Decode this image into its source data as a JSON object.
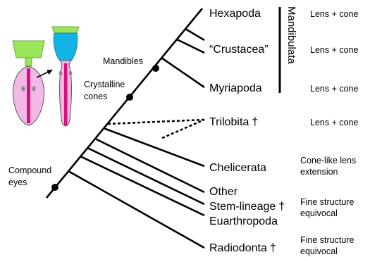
{
  "taxa": [
    {
      "id": "hexapoda",
      "name": "Hexapoda",
      "dagger": "",
      "feature": "Lens + cone"
    },
    {
      "id": "crustacea",
      "name": "“Crustacea”",
      "dagger": "",
      "feature": "Lens + cone"
    },
    {
      "id": "myriapoda",
      "name": "Myriapoda",
      "dagger": "",
      "feature": "Lens + cone"
    },
    {
      "id": "trilobita",
      "name": "Trilobita",
      "dagger": "†",
      "feature": "Lens + cone"
    },
    {
      "id": "chelicerata",
      "name": "Chelicerata",
      "dagger": "",
      "feature": "Cone-like lens extension"
    },
    {
      "id": "other-stem",
      "name": "Other Stem-lineage Euarthropoda",
      "dagger": "†",
      "feature": "Fine structure equivocal"
    },
    {
      "id": "radiodonta",
      "name": "Radiodonta",
      "dagger": "†",
      "feature": "Fine structure equivocal"
    }
  ],
  "labels": {
    "hexapoda": "Hexapoda",
    "crustacea": "“Crustacea”",
    "myriapoda": "Myriapoda",
    "trilobita": "Trilobita",
    "chelicerata": "Chelicerata",
    "other_1": "Other",
    "other_2": "Stem-lineage",
    "other_3": "Euarthropoda",
    "radiodonta": "Radiodonta",
    "dagger": "†"
  },
  "features": {
    "hexapoda": "Lens + cone",
    "crustacea": "Lens + cone",
    "myriapoda": "Lens + cone",
    "trilobita": "Lens + cone",
    "chelicerata_1": "Cone-like lens",
    "chelicerata_2": "extension",
    "other_1": "Fine structure",
    "other_2": "equivocal",
    "radiodonta_1": "Fine structure",
    "radiodonta_2": "equivocal"
  },
  "clade": {
    "mandibulata": "Mandibulata"
  },
  "nodes": {
    "mandibles": "Mandibles",
    "crystalline_1": "Crystalline",
    "crystalline_2": "cones",
    "compound_1": "Compound",
    "compound_2": "eyes"
  },
  "colors": {
    "line": "#000000",
    "lens_green": "#99e65a",
    "cone_cyan": "#14b3e6",
    "body_pink": "#f2b8e6",
    "rhabdom_magenta": "#d6127a",
    "nucleus_gray": "#8a8a8a"
  },
  "icons": [
    "ommatidium-lens-only",
    "ommatidium-lens-and-cone",
    "arrow-right"
  ]
}
